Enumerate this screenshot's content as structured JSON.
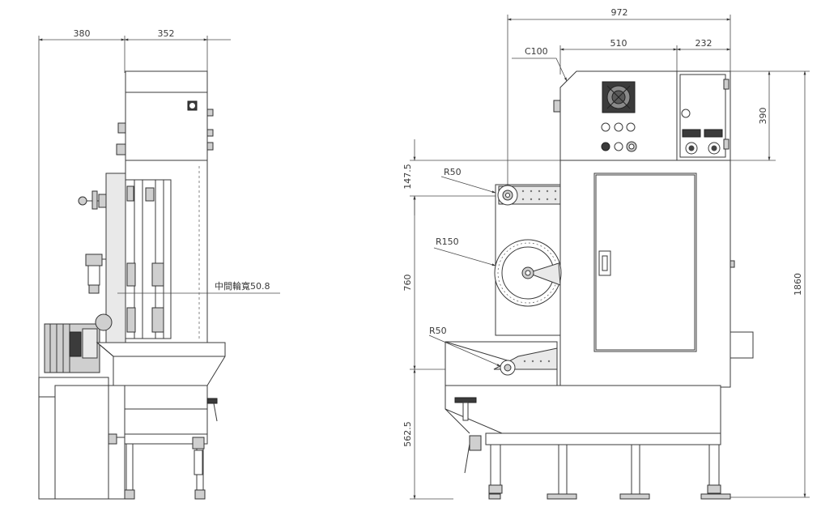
{
  "drawing": {
    "side_view": {
      "dimensions": {
        "depth_left": "380",
        "depth_right": "352"
      },
      "annotation": "中間輪寬50.8"
    },
    "front_view": {
      "dimensions": {
        "overall_width": "972",
        "panel_width": "510",
        "box_width": "232",
        "chamfer": "C100",
        "box_height": "390",
        "overall_height": "1860",
        "height_top": "147.5",
        "height_middle": "760",
        "height_bottom": "562.5",
        "radius_top": "R50",
        "radius_middle": "R150",
        "radius_bottom": "R50"
      }
    }
  }
}
